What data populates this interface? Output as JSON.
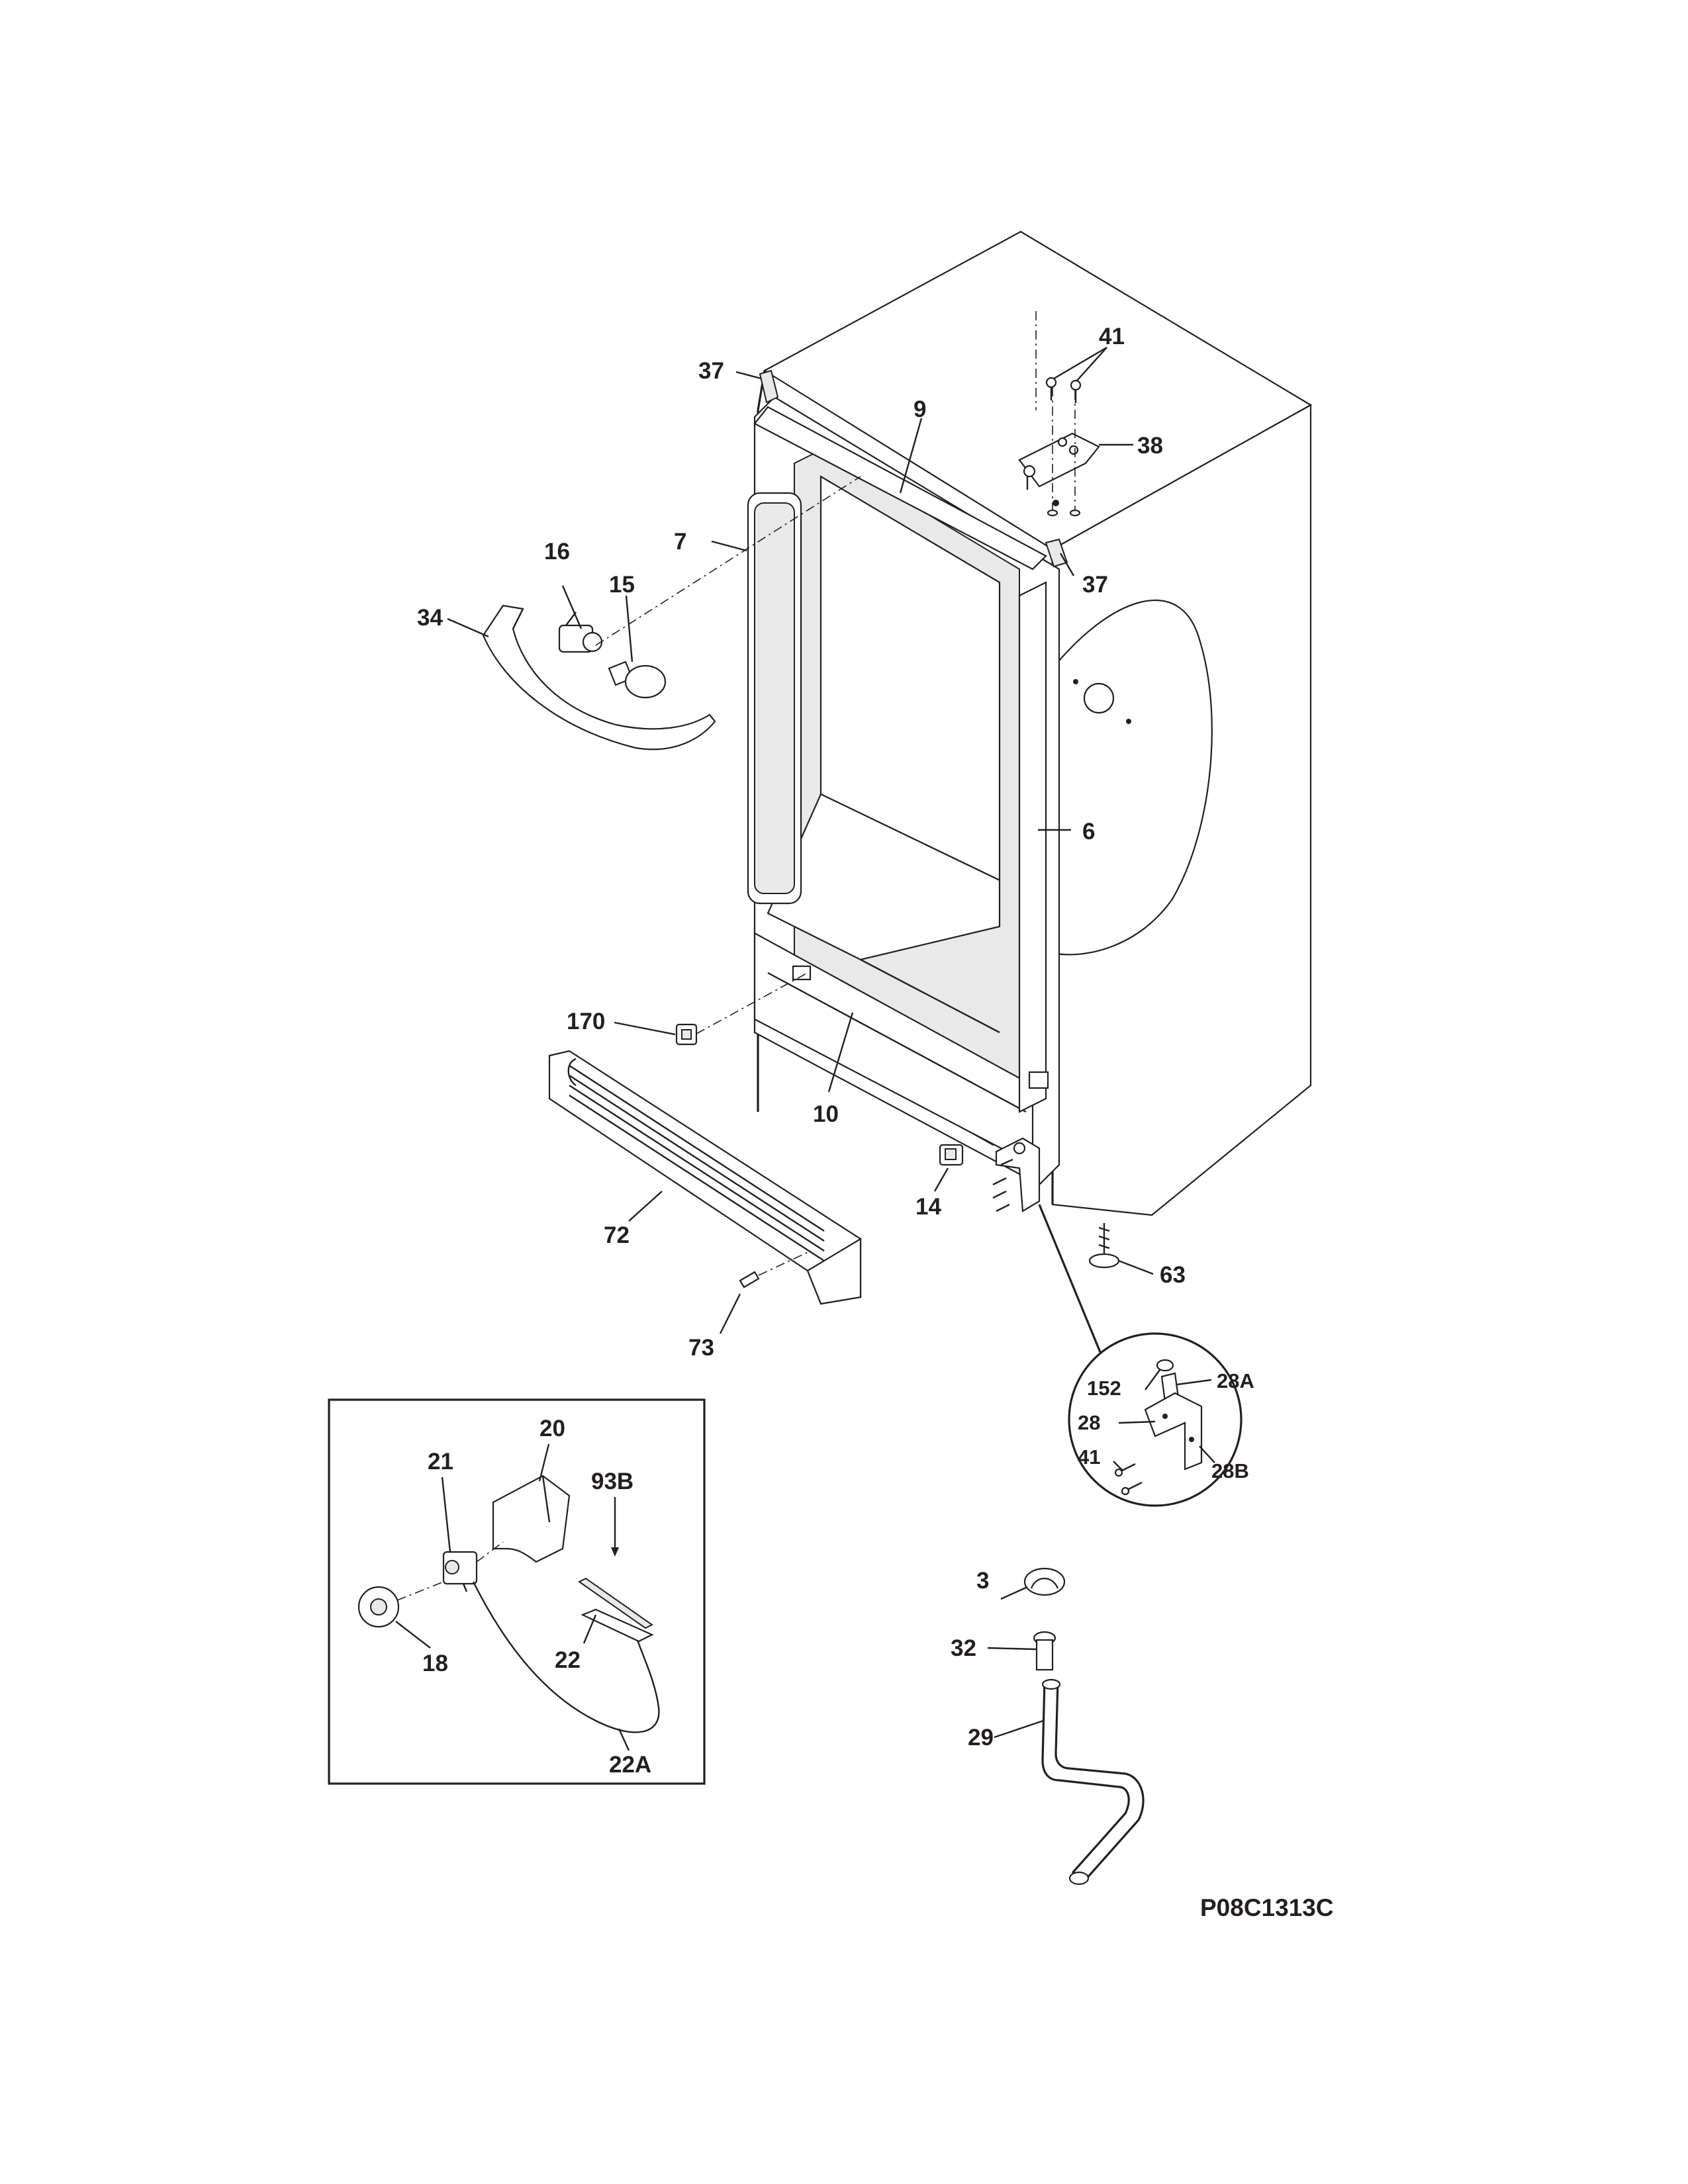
{
  "drawing_code": "P08C1313C",
  "callouts": {
    "c37a": "37",
    "c37b": "37",
    "c41": "41",
    "c38": "38",
    "c9": "9",
    "c7": "7",
    "c16": "16",
    "c15": "15",
    "c34": "34",
    "c6": "6",
    "c170": "170",
    "c10": "10",
    "c14": "14",
    "c72": "72",
    "c63": "63",
    "c73": "73",
    "c152": "152",
    "c28a": "28A",
    "c28": "28",
    "c41b": "41",
    "c28b": "28B",
    "c20": "20",
    "c21": "21",
    "c93b": "93B",
    "c22": "22",
    "c18": "18",
    "c22a": "22A",
    "c3": "3",
    "c32": "32",
    "c29": "29"
  }
}
